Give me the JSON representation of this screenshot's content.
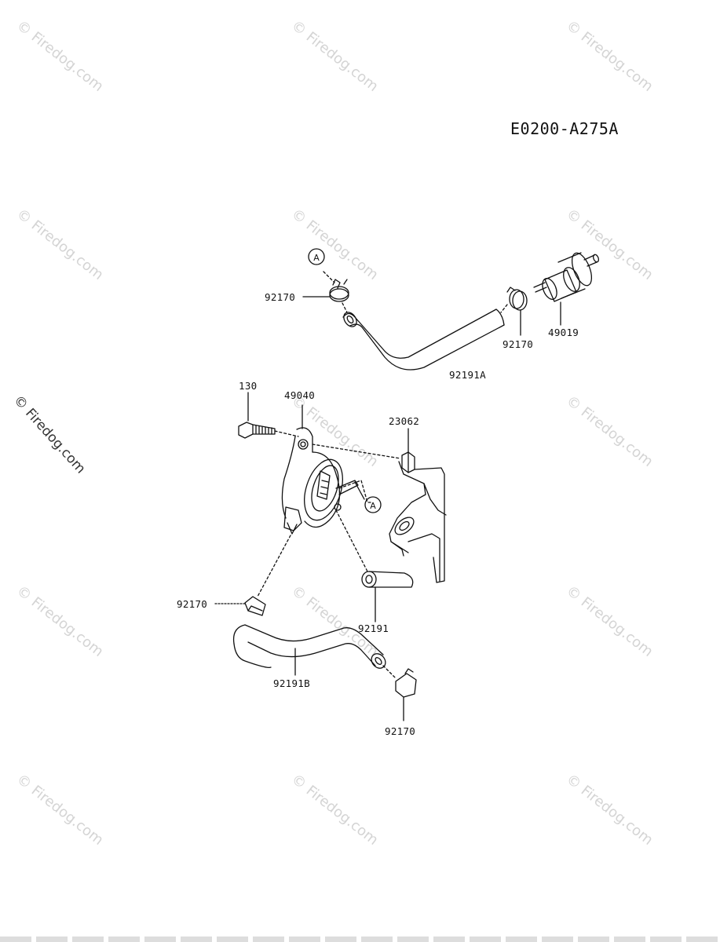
{
  "diagram": {
    "reference_code": "E0200-A275A",
    "watermark_text": "© Firedog.com",
    "callout_letter": "A",
    "part_labels": {
      "clamp_top_left": "92170",
      "clamp_top_right": "92170",
      "filter": "49019",
      "hose_upper": "92191A",
      "bolt": "130",
      "fuel_pump": "49040",
      "bracket": "23062",
      "clamp_lower_left": "92170",
      "hose_short": "92191",
      "hose_lower": "92191B",
      "clamp_bottom": "92170"
    }
  }
}
